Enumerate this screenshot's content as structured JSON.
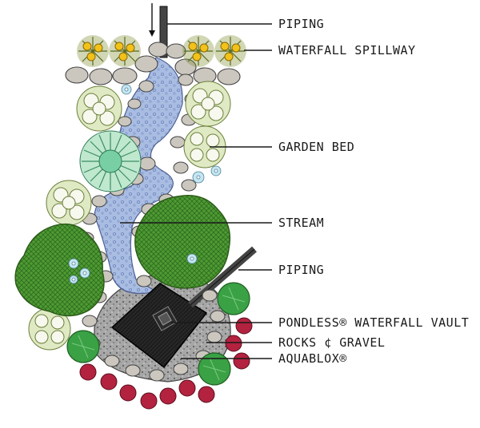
{
  "diagram": {
    "labels": {
      "piping_top": "PIPING",
      "waterfall_spillway": "WATERFALL SPILLWAY",
      "garden_bed": "GARDEN BED",
      "stream": "STREAM",
      "piping_bottom": "PIPING",
      "vault": "PONDLESS® WATERFALL VAULT",
      "rocks_gravel": "ROCKS ¢ GRAVEL",
      "aquablox": "AQUABLOX®"
    },
    "colors": {
      "water": "#9fb4dc",
      "water_dark": "#6e86be",
      "rock": "#c9c6bf",
      "rock_edge": "#555555",
      "shrub_green": "#4f9a34",
      "shrub_light": "#a8dd6a",
      "flower_yellow": "#f2c21a",
      "round_shrub": "#2f9a3a",
      "red_plant": "#b0223e",
      "vault_black": "#1c1c1c",
      "gravel": "#8f8f8f",
      "white_flower": "#f4f6ee",
      "blue_flower": "#bfe2ef",
      "agave": "#6fc7a0"
    }
  }
}
